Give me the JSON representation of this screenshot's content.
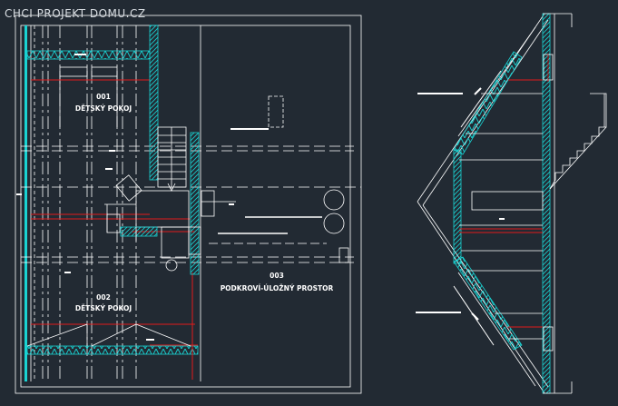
{
  "watermark": "CHCI PROJEKT DOMU.CZ",
  "rooms": [
    {
      "number": "001",
      "name": "DĚTSKÝ POKOJ"
    },
    {
      "number": "002",
      "name": "DĚTSKÝ POKOJ"
    },
    {
      "number": "003",
      "name": "PODKROVÍ-ÚLOŽNÝ PROSTOR"
    }
  ],
  "colors": {
    "background": "#222a33",
    "lines": "#ffffff",
    "insulation": "#19d3d3",
    "section_cut": "#e21b1b"
  }
}
